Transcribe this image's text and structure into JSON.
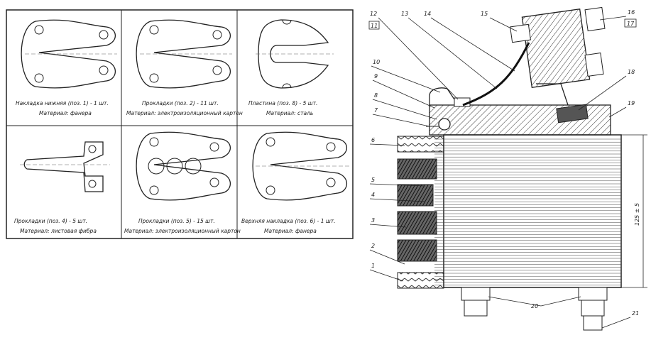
{
  "panels": [
    {
      "caption": "Накладка нижняя (поз. 1) - 1 шт.",
      "material": "Материал: фанера"
    },
    {
      "caption": "Прокладки (поз. 2) - 11 шт.",
      "material": "Материал: электроизоляционный картон"
    },
    {
      "caption": "Пластина (поз. 8) - 5 шт.",
      "material": "Материал: сталь"
    },
    {
      "caption": "Прокладки (поз. 4) - 5 шт.",
      "material": "Материал: листовая фибра"
    },
    {
      "caption": "Прокладки (поз. 5) - 15 шт.",
      "material": "Материал: электроизоляционный картон"
    },
    {
      "caption": "Верхняя накладка (поз. 6) - 1 шт.",
      "material": "Материал: фанера"
    }
  ],
  "callouts": {
    "n1": "1",
    "n2": "2",
    "n3": "3",
    "n4": "4",
    "n5": "5",
    "n6": "6",
    "n7": "7",
    "n8": "8",
    "n9": "9",
    "n10": "10",
    "n11": "11",
    "n12": "12",
    "n13": "13",
    "n14": "14",
    "n15": "15",
    "n16": "16",
    "n17": "17",
    "n18": "18",
    "n19": "19",
    "n20": "20",
    "n21": "21"
  },
  "dimension": "125 ± 5"
}
